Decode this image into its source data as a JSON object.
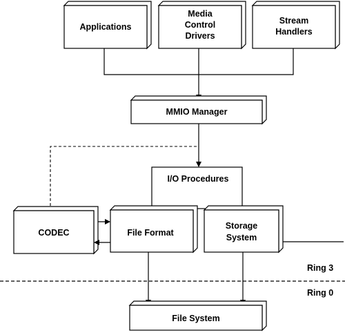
{
  "nodes": {
    "applications": {
      "lines": [
        "Applications"
      ]
    },
    "media_control_drivers": {
      "lines": [
        "Media",
        "Control",
        "Drivers"
      ]
    },
    "stream_handlers": {
      "lines": [
        "Stream",
        "Handlers"
      ]
    },
    "mmio_manager": {
      "lines": [
        "MMIO Manager"
      ]
    },
    "io_procedures": {
      "lines": [
        "I/O Procedures"
      ]
    },
    "codec": {
      "lines": [
        "CODEC"
      ]
    },
    "file_format": {
      "lines": [
        "File Format"
      ]
    },
    "storage_system": {
      "lines": [
        "Storage",
        "System"
      ]
    },
    "file_system": {
      "lines": [
        "File System"
      ]
    }
  },
  "ring_labels": {
    "ring3": "Ring 3",
    "ring0": "Ring 0"
  }
}
